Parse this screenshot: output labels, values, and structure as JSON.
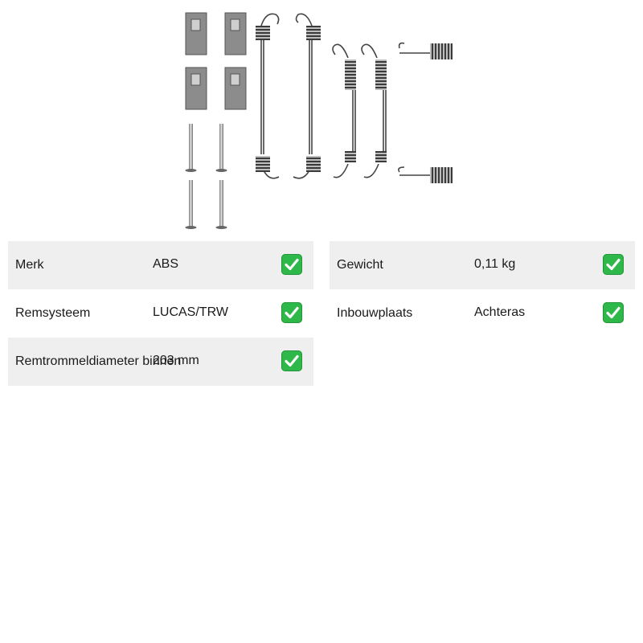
{
  "product": {
    "image_icon": "brake-shoe-fitting-kit-image"
  },
  "specs": {
    "left": [
      {
        "label": "Merk",
        "value": "ABS",
        "shaded": true
      },
      {
        "label": "Remsysteem",
        "value": "LUCAS/TRW",
        "shaded": false
      },
      {
        "label": "Remtrommeldiameter binnen",
        "value": "203 mm",
        "shaded": true
      }
    ],
    "right": [
      {
        "label": "Gewicht",
        "value": "0,11 kg",
        "shaded": true
      },
      {
        "label": "Inbouwplaats",
        "value": "Achteras",
        "shaded": false
      }
    ],
    "check_icon": "check-mark-icon",
    "colors": {
      "row_shade": "#efefef",
      "check_green": "#2fb84a"
    }
  }
}
